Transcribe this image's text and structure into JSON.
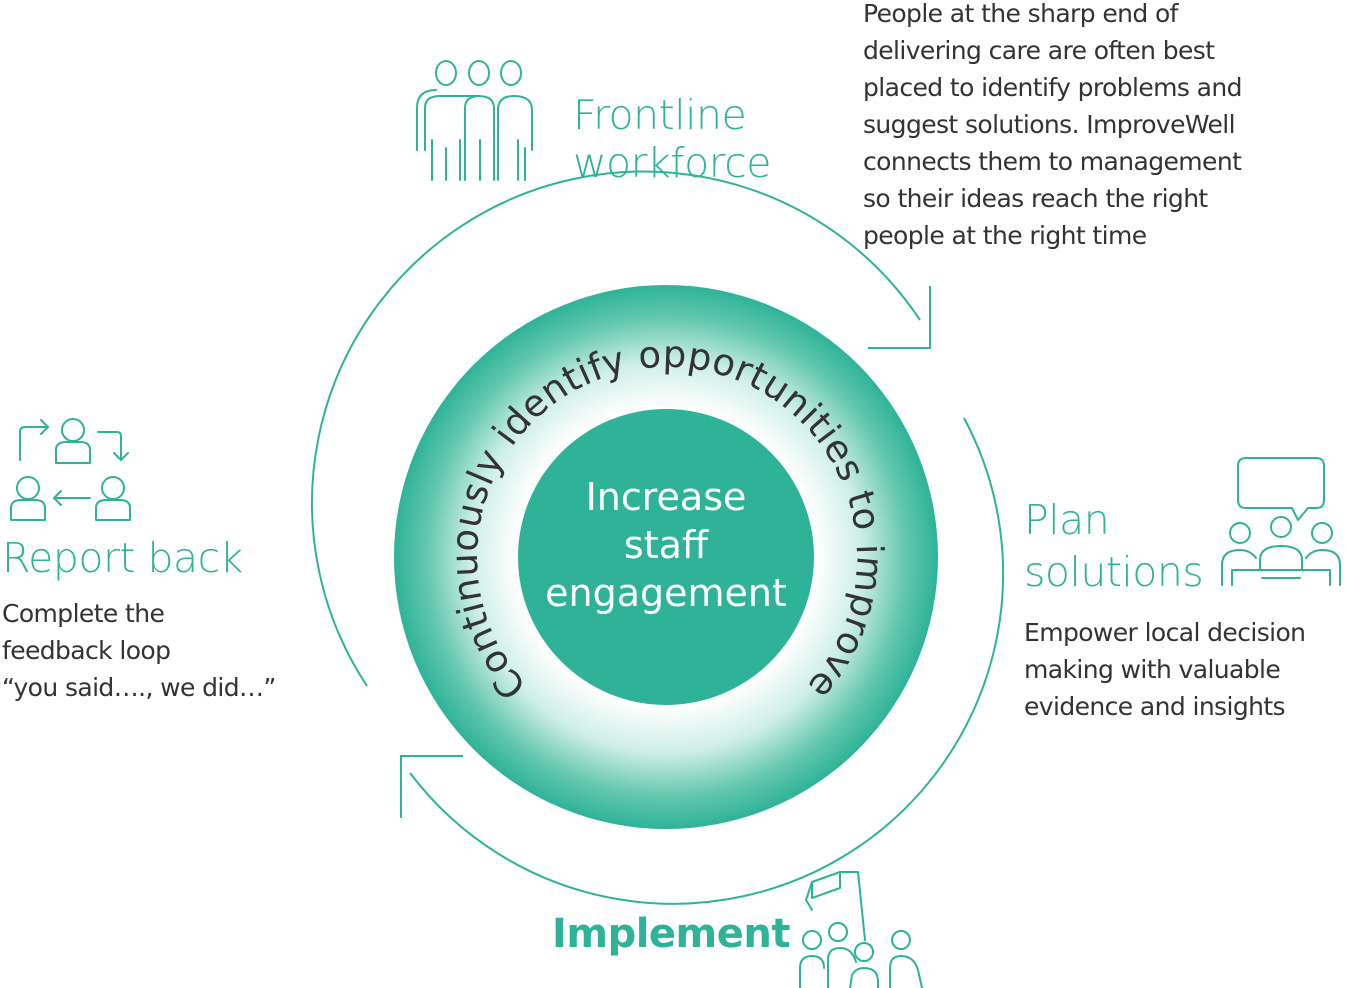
{
  "center": {
    "lines": [
      "Increase",
      "staff",
      "engagement"
    ],
    "ring_text": "Continuously identify opportunities to improve"
  },
  "stages": {
    "frontline": {
      "title": [
        "Frontline",
        "workforce"
      ],
      "desc": [
        "People at the sharp end of",
        "delivering care are often best",
        "placed to identify problems and",
        "suggest solutions. ImproveWell",
        "connects them to management",
        "so their ideas reach the right",
        "people at the right time"
      ]
    },
    "plan": {
      "title": [
        "Plan",
        "solutions"
      ],
      "desc": [
        "Empower local decision",
        "making with valuable",
        "evidence and insights"
      ]
    },
    "implement": {
      "title": "Implement"
    },
    "report": {
      "title": "Report back",
      "desc": [
        "Complete the",
        "feedback loop",
        "“you said…., we did…”"
      ]
    }
  },
  "icons": {
    "frontline": "people-group-icon",
    "plan": "meeting-speech-icon",
    "implement": "flag-team-icon",
    "report": "feedback-loop-icon"
  },
  "colors": {
    "accent": "#2eb398",
    "text": "#333333",
    "ring_light": "#ffffff"
  }
}
